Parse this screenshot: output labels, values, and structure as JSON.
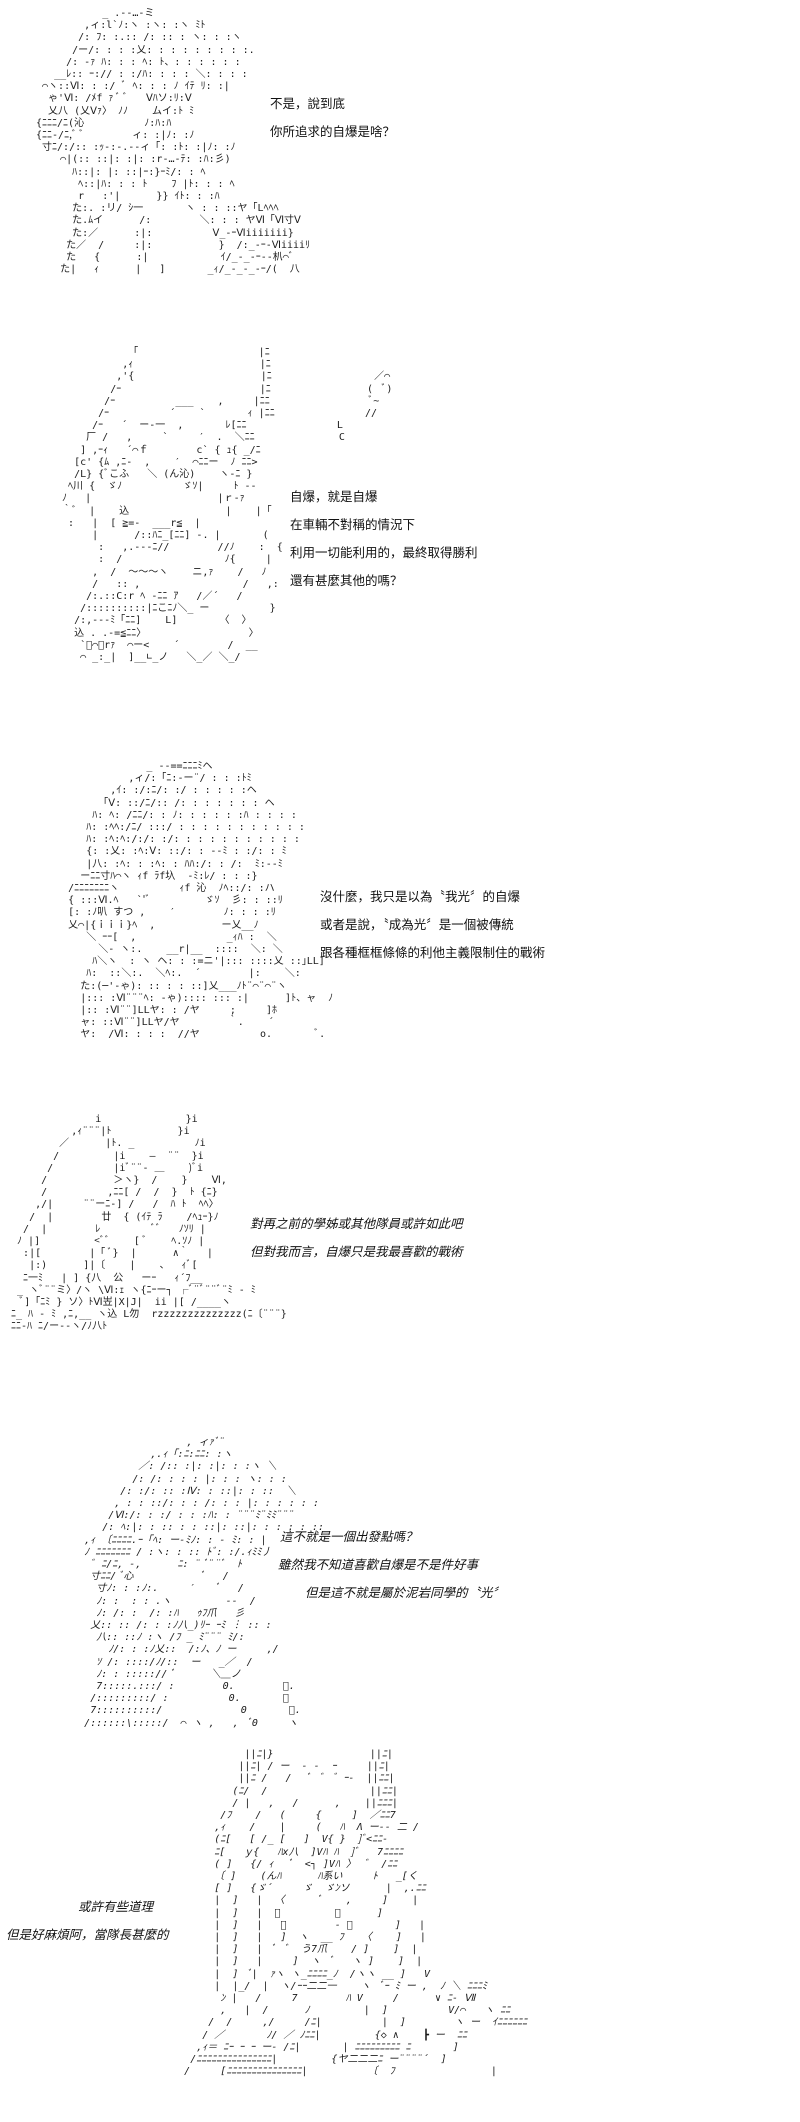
{
  "panels": [
    {
      "id": "panel-1",
      "lines": [
        "不是，說到底",
        "你所追求的自爆是啥？"
      ]
    },
    {
      "id": "panel-2",
      "lines": [
        "自爆，就是自爆",
        "在車輛不對稱的情況下",
        "利用一切能利用的，最終取得勝利",
        "還有甚麼其他的嗎？"
      ]
    },
    {
      "id": "panel-3",
      "lines": [
        "沒什麼，我只是以為〝我光〞的自爆",
        "或者是說，〝成為光〞是一個被傳統",
        "跟各種框框條條的利他主義限制住的戰術"
      ]
    },
    {
      "id": "panel-4",
      "lines": [
        "對再之前的學姊或其他隊員或許如此吧",
        "但對我而言，自爆只是我最喜歡的戰術"
      ]
    },
    {
      "id": "panel-5",
      "lines": [
        "這不就是一個出發點嗎？",
        "雖然我不知道喜歡自爆是不是件好事",
        "但是這不就是屬於泥岩同學的〝光〞"
      ]
    },
    {
      "id": "panel-6",
      "lines": [
        "或許有些道理",
        "但是好麻煩阿，當隊長甚麼的"
      ]
    }
  ]
}
